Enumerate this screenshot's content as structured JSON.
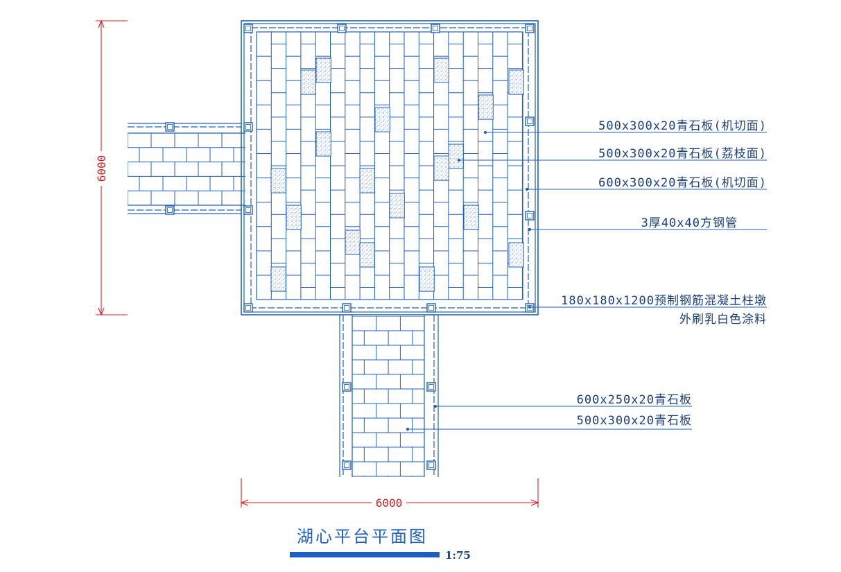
{
  "drawing": {
    "title": "湖心平台平面图",
    "scale": "1:75",
    "colors": {
      "line": "#1f5fbf",
      "dimension": "#d62020",
      "stone_fill": "#ffffff",
      "text": "#1a3f7a"
    }
  },
  "dimensions": {
    "vertical": "6000",
    "horizontal": "6000"
  },
  "callouts": [
    {
      "id": "machine-cut-500",
      "text": "500x300x20青石板(机切面)"
    },
    {
      "id": "lychee-500",
      "text": "500x300x20青石板(荔枝面)"
    },
    {
      "id": "machine-cut-600",
      "text": "600x300x20青石板(机切面)"
    },
    {
      "id": "steel-tube",
      "text": "3厚40x40方钢管"
    },
    {
      "id": "pier-line1",
      "text": "180x180x1200预制钢筋混凝土柱墩"
    },
    {
      "id": "pier-line2",
      "text": "外刷乳白色涂料"
    },
    {
      "id": "walk-600",
      "text": "600x250x20青石板"
    },
    {
      "id": "walk-500",
      "text": "500x300x20青石板"
    }
  ]
}
